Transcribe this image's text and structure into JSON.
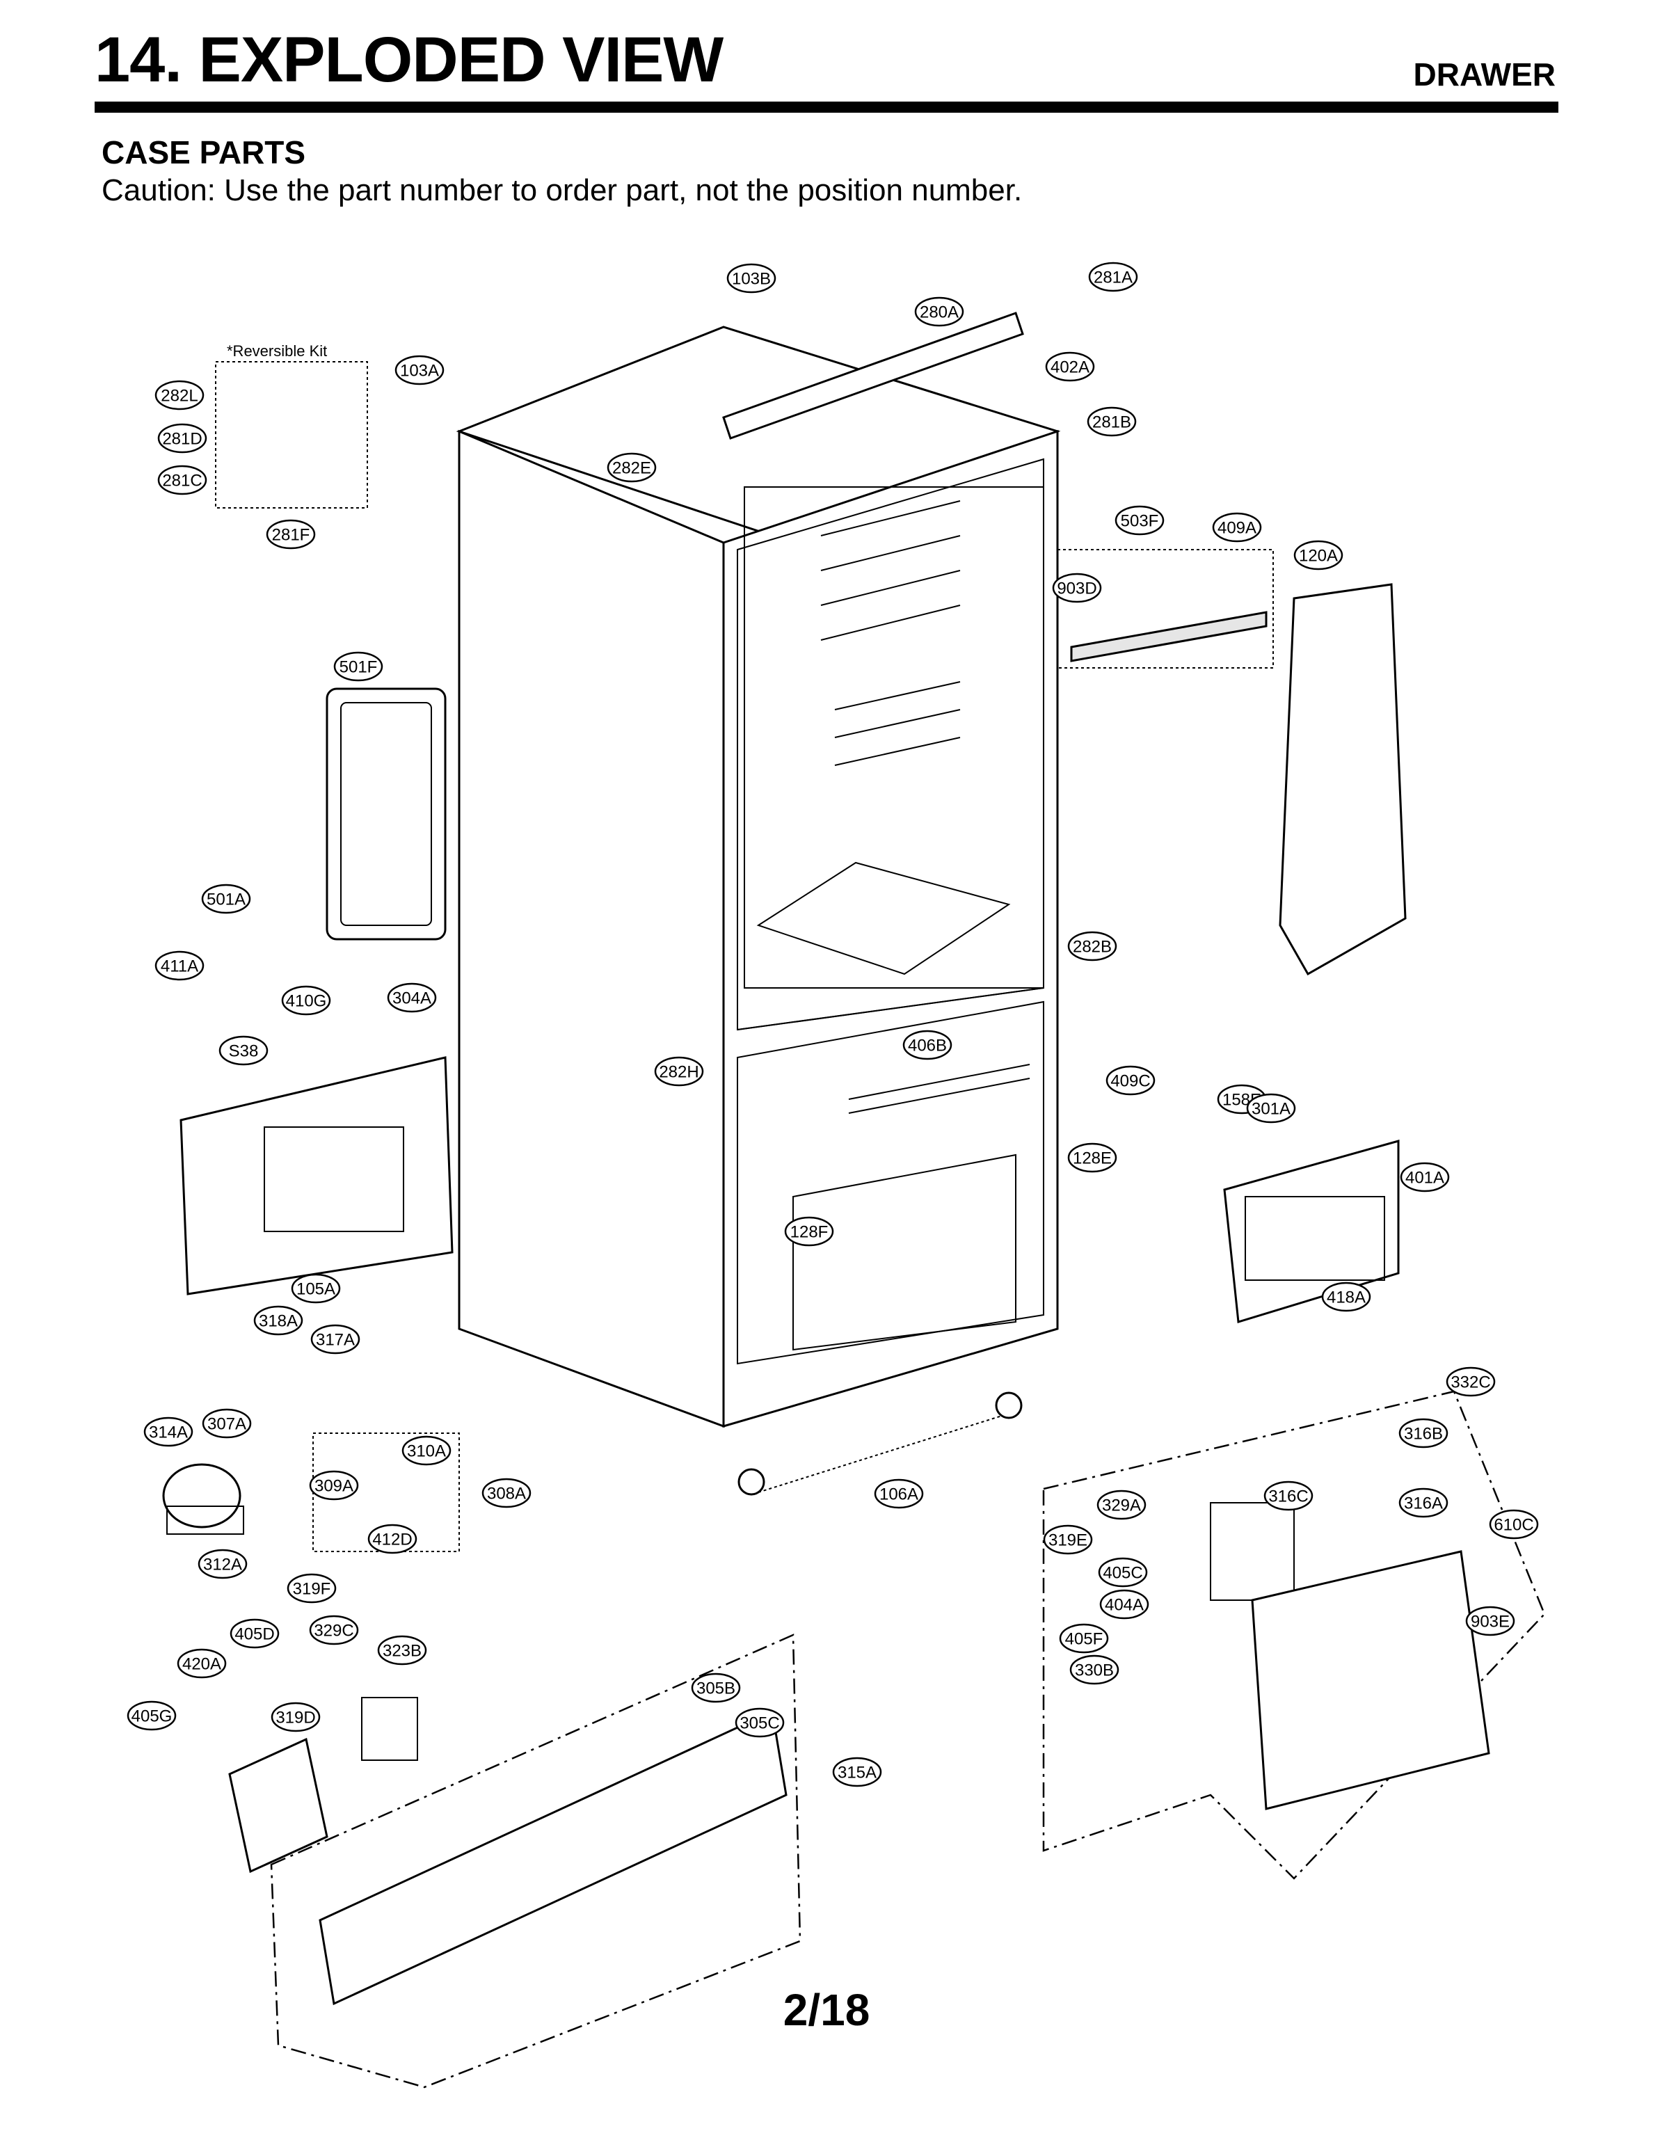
{
  "header": {
    "title": "14. EXPLODED VIEW",
    "section": "DRAWER",
    "subtitle": "CASE PARTS",
    "caution": "Caution: Use the part number to order part, not the position number."
  },
  "diagram": {
    "kit_label": "*Reversible Kit",
    "callouts": [
      "103B",
      "281A",
      "280A",
      "402A",
      "281B",
      "103A",
      "282L",
      "281D",
      "281C",
      "281F",
      "282E",
      "503F",
      "409A",
      "903D",
      "120A",
      "501F",
      "501A",
      "411A",
      "410G",
      "S38",
      "304A",
      "282B",
      "406B",
      "409C",
      "158E",
      "282H",
      "128E",
      "301A",
      "401A",
      "128F",
      "105A",
      "418A",
      "318A",
      "317A",
      "332C",
      "314A",
      "307A",
      "310A",
      "316B",
      "309A",
      "308A",
      "106A",
      "316A",
      "329A",
      "316C",
      "610C",
      "319E",
      "412D",
      "405C",
      "312A",
      "404A",
      "903E",
      "319F",
      "405D",
      "329C",
      "405F",
      "323B",
      "330B",
      "420A",
      "305B",
      "305C",
      "405G",
      "319D",
      "315A"
    ]
  },
  "footer": {
    "page": "2/18"
  }
}
